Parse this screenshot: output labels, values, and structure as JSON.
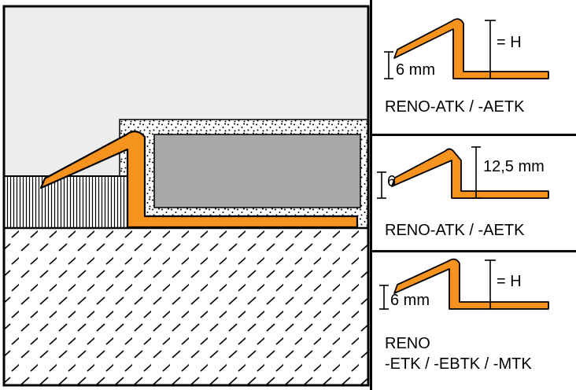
{
  "colors": {
    "profile": "#F6921E",
    "tile": "#A8A8A8",
    "wall": "#EDEDED"
  },
  "panels": [
    {
      "label": "RENO-ATK / -AETK",
      "dim_left": "6 mm",
      "dim_right": "= H"
    },
    {
      "label": "RENO-ATK / -AETK",
      "dim_left": "6",
      "dim_right": "12,5 mm"
    },
    {
      "label_line1": "RENO",
      "label_line2": "-ETK / -EBTK / -MTK",
      "dim_left": "6 mm",
      "dim_right": "= H"
    }
  ]
}
